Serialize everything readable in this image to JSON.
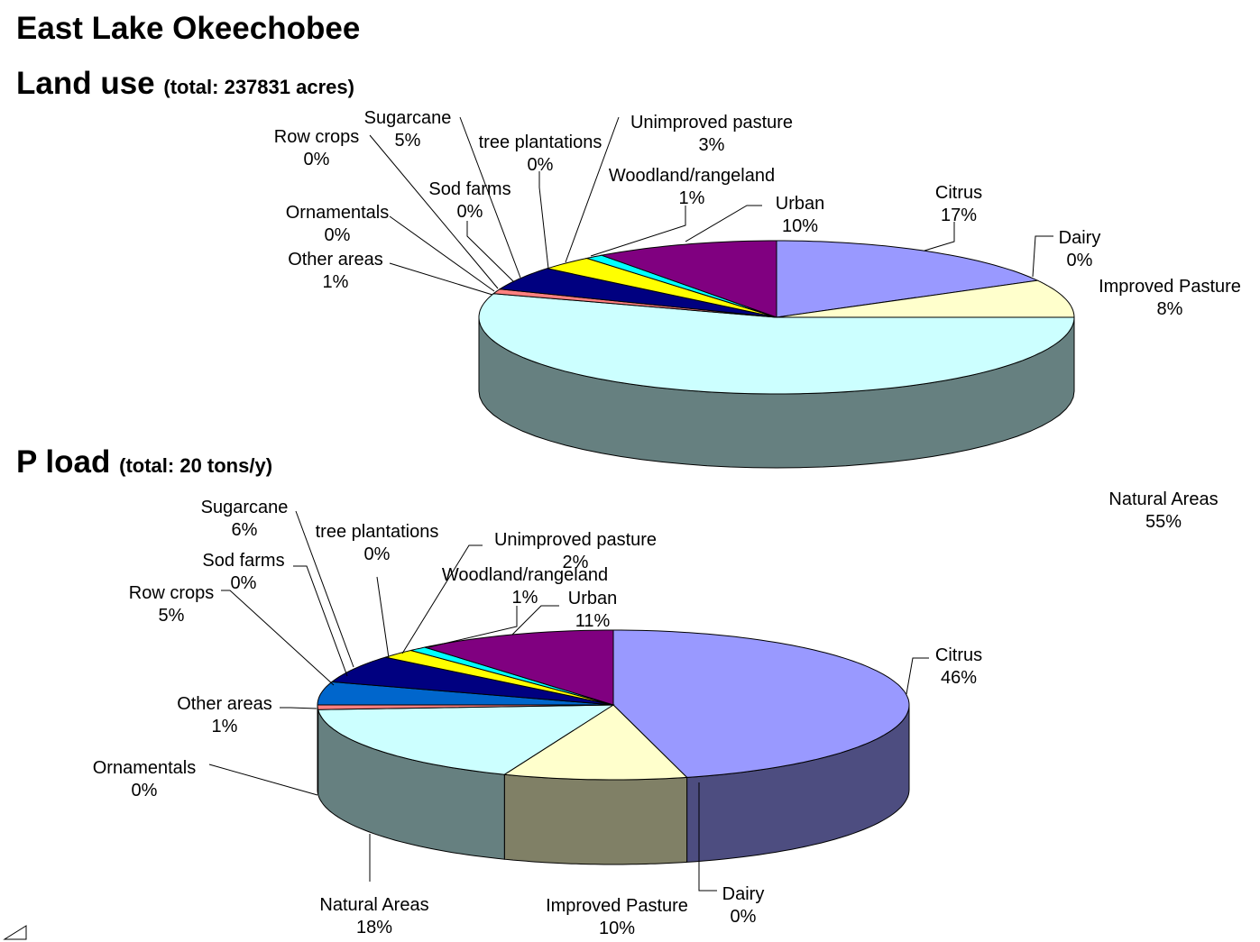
{
  "title": "East Lake Okeechobee",
  "charts_text": [
    {
      "heading": "Land use",
      "subheading": "(total: 237831 acres)"
    },
    {
      "heading": "P load",
      "subheading": "(total: 20 tons/y)"
    }
  ],
  "chart_data": [
    {
      "type": "pie",
      "style": "3d",
      "title": "Land use",
      "subtitle": "(total: 237831 acres)",
      "slices": [
        {
          "label": "Citrus",
          "value": 17,
          "pct": "17%",
          "color": "#9999ff"
        },
        {
          "label": "Dairy",
          "value": 0,
          "pct": "0%",
          "color": "#993366"
        },
        {
          "label": "Improved Pasture",
          "value": 8,
          "pct": "8%",
          "color": "#ffffcc"
        },
        {
          "label": "Natural Areas",
          "value": 55,
          "pct": "55%",
          "color": "#ccffff"
        },
        {
          "label": "Ornamentals",
          "value": 0,
          "pct": "0%",
          "color": "#660066"
        },
        {
          "label": "Other areas",
          "value": 1,
          "pct": "1%",
          "color": "#ff8080"
        },
        {
          "label": "Row crops",
          "value": 0,
          "pct": "0%",
          "color": "#0066cc"
        },
        {
          "label": "Sod farms",
          "value": 0,
          "pct": "0%",
          "color": "#ccccff"
        },
        {
          "label": "Sugarcane",
          "value": 5,
          "pct": "5%",
          "color": "#000080"
        },
        {
          "label": "tree plantations",
          "value": 0,
          "pct": "0%",
          "color": "#ff00ff"
        },
        {
          "label": "Unimproved pasture",
          "value": 3,
          "pct": "3%",
          "color": "#ffff00"
        },
        {
          "label": "Woodland/rangeland",
          "value": 1,
          "pct": "1%",
          "color": "#00ffff"
        },
        {
          "label": "Urban",
          "value": 10,
          "pct": "10%",
          "color": "#800080"
        }
      ]
    },
    {
      "type": "pie",
      "style": "3d",
      "title": "P load",
      "subtitle": "(total: 20 tons/y)",
      "slices": [
        {
          "label": "Citrus",
          "value": 46,
          "pct": "46%",
          "color": "#9999ff"
        },
        {
          "label": "Dairy",
          "value": 0,
          "pct": "0%",
          "color": "#993366"
        },
        {
          "label": "Improved Pasture",
          "value": 10,
          "pct": "10%",
          "color": "#ffffcc"
        },
        {
          "label": "Natural Areas",
          "value": 18,
          "pct": "18%",
          "color": "#ccffff"
        },
        {
          "label": "Ornamentals",
          "value": 0,
          "pct": "0%",
          "color": "#660066"
        },
        {
          "label": "Other areas",
          "value": 1,
          "pct": "1%",
          "color": "#ff8080"
        },
        {
          "label": "Row crops",
          "value": 5,
          "pct": "5%",
          "color": "#0066cc"
        },
        {
          "label": "Sod farms",
          "value": 0,
          "pct": "0%",
          "color": "#ccccff"
        },
        {
          "label": "Sugarcane",
          "value": 6,
          "pct": "6%",
          "color": "#000080"
        },
        {
          "label": "tree plantations",
          "value": 0,
          "pct": "0%",
          "color": "#ff00ff"
        },
        {
          "label": "Unimproved pasture",
          "value": 2,
          "pct": "2%",
          "color": "#ffff00"
        },
        {
          "label": "Woodland/rangeland",
          "value": 1,
          "pct": "1%",
          "color": "#00ffff"
        },
        {
          "label": "Urban",
          "value": 11,
          "pct": "11%",
          "color": "#800080"
        }
      ]
    }
  ]
}
